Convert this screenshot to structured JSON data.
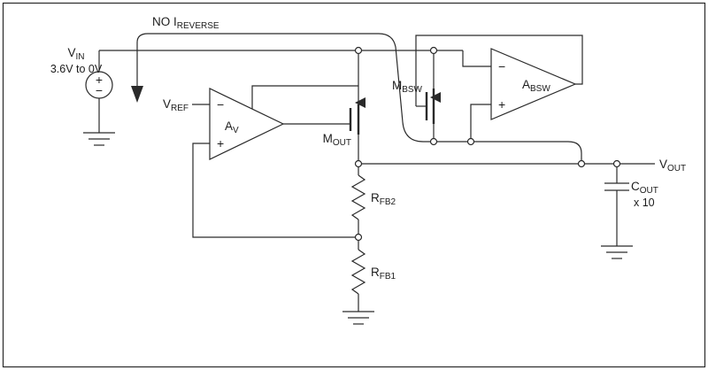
{
  "diagram": {
    "annotation": {
      "main": "NO I",
      "sub": "REVERSE"
    },
    "vin": {
      "name": "V",
      "sub": "IN",
      "range": "3.6V to 0V",
      "plus": "+",
      "minus": "−"
    },
    "vref": {
      "name": "V",
      "sub": "REF"
    },
    "av": {
      "name": "A",
      "sub": "V",
      "minus": "−",
      "plus": "+"
    },
    "mout": {
      "name": "M",
      "sub": "OUT"
    },
    "mbsw": {
      "name": "M",
      "sub": "BSW"
    },
    "absw": {
      "name": "A",
      "sub": "BSW",
      "minus": "−",
      "plus": "+"
    },
    "vout": {
      "name": "V",
      "sub": "OUT"
    },
    "cout": {
      "name": "C",
      "sub": "OUT",
      "mult": "x 10"
    },
    "rfb2": {
      "name": "R",
      "sub": "FB2"
    },
    "rfb1": {
      "name": "R",
      "sub": "FB1"
    }
  },
  "colors": {
    "line": "#2a2a2a",
    "background": "#ffffff"
  }
}
